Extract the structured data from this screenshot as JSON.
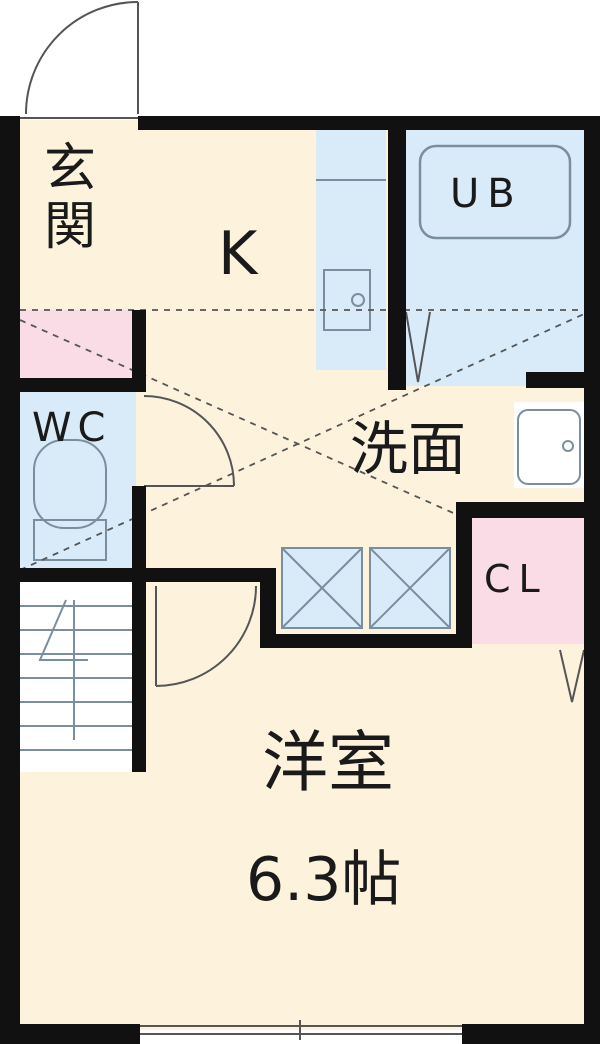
{
  "floorplan": {
    "rooms": {
      "entrance": "玄\n関",
      "kitchen": "K",
      "unit_bath": "UB",
      "toilet": "WC",
      "washroom": "洗面",
      "closet": "CL",
      "western_room": "洋室",
      "western_room_size": "6.3帖"
    },
    "colors": {
      "wall": "#111111",
      "floor_main": "#fdf3dd",
      "floor_wet": "#d9ebf8",
      "floor_entrance_closet": "#f9dce6",
      "fixture_line": "#7a8f9e"
    }
  }
}
